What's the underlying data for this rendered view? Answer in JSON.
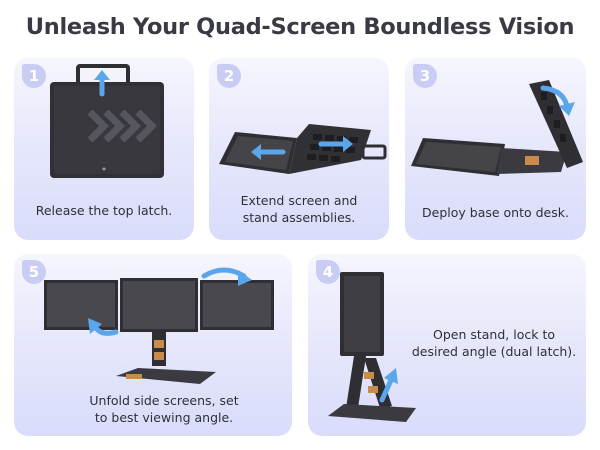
{
  "title": "Unleash Your Quad-Screen Boundless Vision",
  "steps": [
    {
      "number": "1",
      "caption": "Release the top latch."
    },
    {
      "number": "2",
      "caption": "Extend screen and stand assemblies."
    },
    {
      "number": "3",
      "caption": "Deploy base onto desk."
    },
    {
      "number": "4",
      "caption": "Open stand, lock to desired angle (dual latch)."
    },
    {
      "number": "5",
      "caption": "Unfold side screens, set to best viewing angle."
    }
  ],
  "colors": {
    "accent_arrow": "#5aa6ea",
    "badge": "#c9cdf4",
    "card_top": "#f5f6fd",
    "card_bottom": "#d9dcfb",
    "device": "#2e2e33",
    "wood_label": "#c98a4b"
  }
}
